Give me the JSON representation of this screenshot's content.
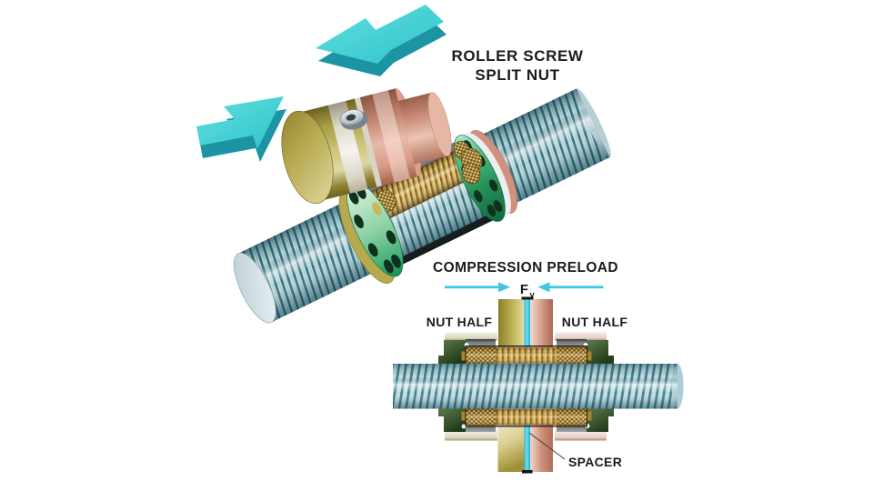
{
  "title": {
    "line1": "ROLLER SCREW",
    "line2": "SPLIT NUT"
  },
  "preload": {
    "heading": "COMPRESSION PRELOAD",
    "force_symbol": "F",
    "force_subscript": "v"
  },
  "cross_section": {
    "left_nut_label": "NUT HALF",
    "right_nut_label": "NUT HALF",
    "spacer_label": "SPACER"
  },
  "icons": {
    "upper_force_arrow": "3d-arrow-down-left",
    "lower_force_arrow": "3d-arrow-up-right",
    "preload_arrow_left": "arrow-pointing-right",
    "preload_arrow_right": "arrow-pointing-left"
  },
  "colors": {
    "arrow_cyan": "#49d6d6",
    "arrow_cyan_dark": "#1c94a4",
    "preload_arrow_cyan": "#3ec9de",
    "spacer_cyan": "#49cfe8",
    "flange_green": "#2f9e63",
    "nut_olive": "#b6aa52",
    "nut_salmon": "#c08470",
    "shaft_teal": "#35727f",
    "shaft_light": "#c3dde2",
    "roller_gold": "#d2ab58",
    "retainer_gray": "#74797c",
    "block_green": "#3d5c35",
    "text": "#1b1b1b",
    "background": "#ffffff"
  }
}
